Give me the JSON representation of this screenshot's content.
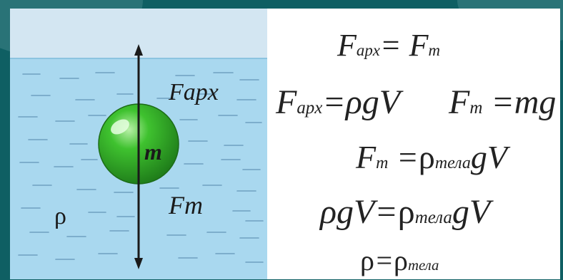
{
  "diagram": {
    "force_up_label": "Fapx",
    "mass_label": "m",
    "force_down_label": "Fт",
    "density_label": "ρ"
  },
  "formulas": [
    {
      "lhs": "F",
      "lhs_sub": "apx",
      "eq": "=",
      "rhs": "F",
      "rhs_sub": "т"
    },
    {
      "lhs": "F",
      "lhs_sub": "apx",
      "eq": "=",
      "rhs": "ρgV"
    },
    {
      "lhs": "F",
      "lhs_sub": "т",
      "eq": "=",
      "rhs": "mg"
    },
    {
      "lhs": "F",
      "lhs_sub": "т",
      "eq": "=",
      "rhs_rho": "ρ",
      "rhs_sub": "тела",
      "rhs": "gV"
    },
    {
      "lhs": "ρgV",
      "eq": "=",
      "rhs_rho": "ρ",
      "rhs_sub": "тела",
      "rhs": "gV"
    },
    {
      "lhs": "ρ",
      "eq": "=",
      "rhs_rho": "ρ",
      "rhs_sub": "тела"
    }
  ],
  "colors": {
    "background": "#0f5f63",
    "water": "#a9d8ef",
    "air": "#d3e6f2",
    "ball": "#33b02a",
    "wave": "#6f9fc0"
  }
}
